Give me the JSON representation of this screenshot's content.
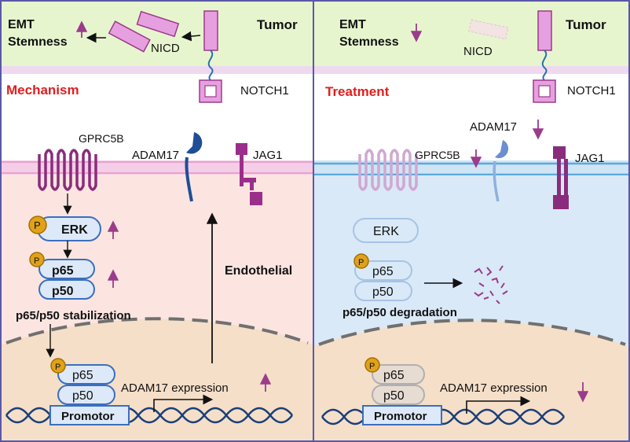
{
  "panels": {
    "left": {
      "tumor_label": "Tumor",
      "emt_label": "EMT",
      "stemness_label": "Stemness",
      "nicd_label": "NICD",
      "notch1_label": "NOTCH1",
      "section_label": "Mechanism",
      "gprc5b_label": "GPRC5B",
      "adam17_label": "ADAM17",
      "jag1_label": "JAG1",
      "erk_label": "ERK",
      "p65_label": "p65",
      "p50_label": "p50",
      "phospho_label": "P",
      "stabilization_label": "p65/p50 stabilization",
      "endothelial_label": "Endothelial",
      "expression_label": "ADAM17 expression",
      "promotor_label": "Promotor"
    },
    "right": {
      "tumor_label": "Tumor",
      "emt_label": "EMT",
      "stemness_label": "Stemness",
      "nicd_label": "NICD",
      "notch1_label": "NOTCH1",
      "section_label": "Treatment",
      "gprc5b_label": "GPRC5B",
      "adam17_label": "ADAM17",
      "jag1_label": "JAG1",
      "erk_label": "ERK",
      "p65_label": "p65",
      "p50_label": "p50",
      "phospho_label": "P",
      "degradation_label": "p65/p50 degradation",
      "expression_label": "ADAM17 expression",
      "promotor_label": "Promotor"
    }
  },
  "colors": {
    "tumor_band": "#e7f5cf",
    "left_cell": "#fce5e0",
    "right_cell": "#d9e9f7",
    "nucleus": "#f5dfc8",
    "receptor_purple": "#9b3b8b",
    "adam17_blue": "#1f4e96",
    "box_blue": "#3b6fbe",
    "phospho_gold": "#e0a21a",
    "red_title": "#e01e1e",
    "up_arrow": "#9b3b8b"
  }
}
